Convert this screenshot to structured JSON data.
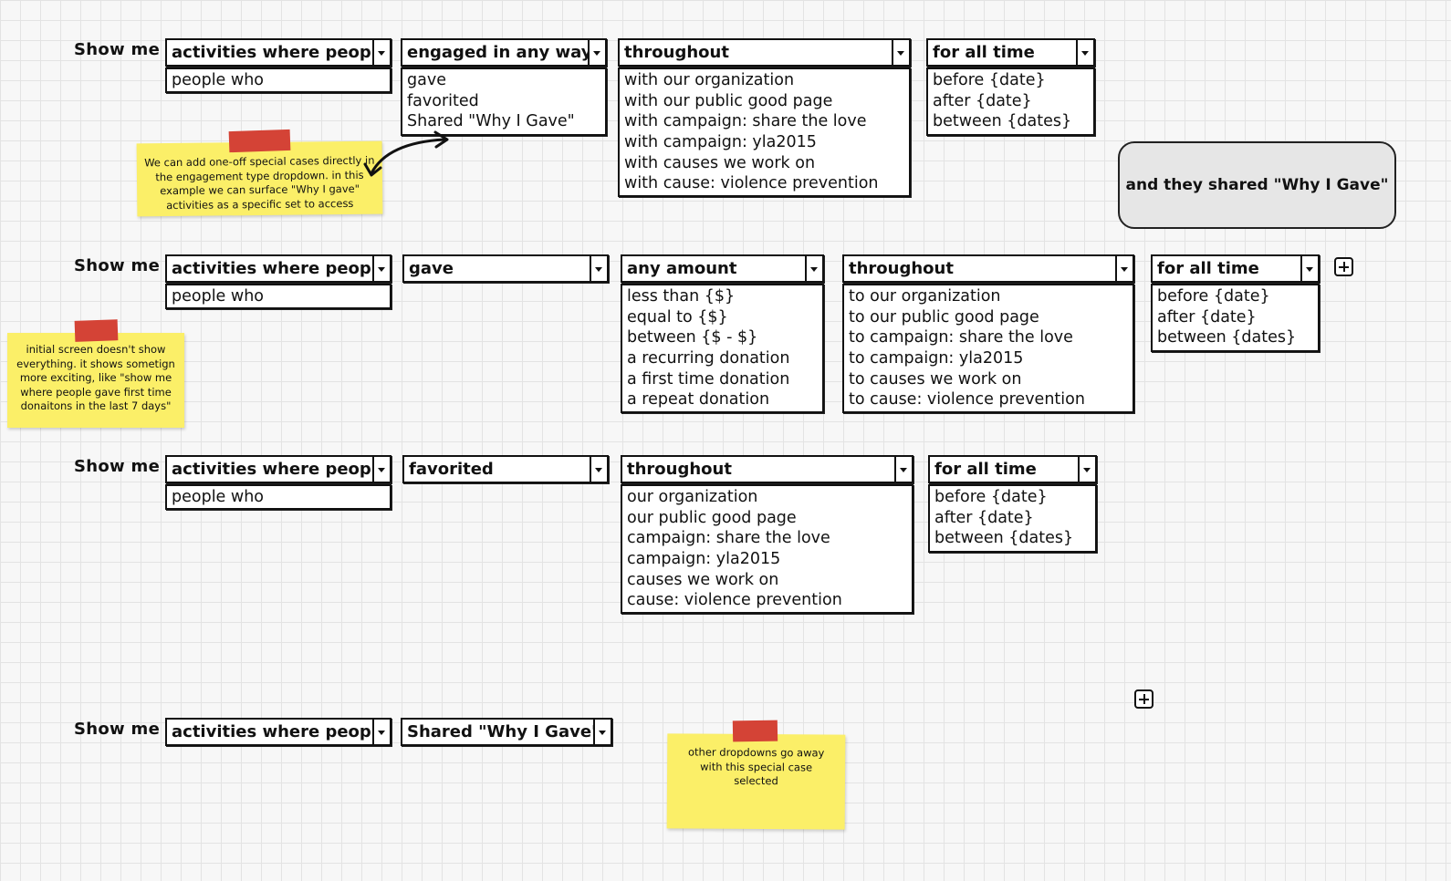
{
  "row1": {
    "label": "Show me",
    "subject": "activities where people",
    "subject_alt": "people who",
    "engagement": "engaged in any way",
    "engagement_options": [
      "gave",
      "favorited",
      "Shared \"Why I Gave\""
    ],
    "scope": "throughout",
    "scope_options": [
      "with our organization",
      "with our public good page",
      "with campaign: share the love",
      "with campaign: yla2015",
      "with causes we work on",
      "with cause: violence prevention"
    ],
    "time": "for all time",
    "time_options": [
      "before {date}",
      "after {date}",
      "between {dates}"
    ]
  },
  "callout": "and they shared \"Why I Gave\"",
  "note1": "We can add one-off special cases directly in the engagement type dropdown.  in this example we can surface \"Why I gave\" activities as a specific set to access",
  "row2": {
    "label": "Show me",
    "subject": "activities where people",
    "subject_alt": "people who",
    "engagement": "gave",
    "amount": "any amount",
    "amount_options": [
      "less than {$}",
      "equal to {$}",
      "between {$ - $}",
      "a recurring donation",
      "a first time donation",
      "a repeat donation"
    ],
    "scope": "throughout",
    "scope_options": [
      "to our organization",
      "to our public good page",
      "to campaign: share the love",
      "to campaign: yla2015",
      "to causes we work on",
      "to cause: violence prevention"
    ],
    "time": "for all time",
    "time_options": [
      "before {date}",
      "after {date}",
      "between {dates}"
    ]
  },
  "note2": "initial screen doesn't show everything. it shows sometign more exciting, like \"show me where people gave first time donaitons in the last 7 days\"",
  "row3": {
    "label": "Show me",
    "subject": "activities where people",
    "subject_alt": "people who",
    "engagement": "favorited",
    "scope": "throughout",
    "scope_options": [
      "our organization",
      "our public good page",
      "campaign: share the love",
      "campaign: yla2015",
      "causes we work on",
      "cause: violence prevention"
    ],
    "time": "for all time",
    "time_options": [
      "before {date}",
      "after {date}",
      "between {dates}"
    ]
  },
  "row4": {
    "label": "Show me",
    "subject": "activities where people",
    "engagement": "Shared \"Why I Gave\""
  },
  "note3": "other dropdowns go away with this special case selected",
  "colors": {
    "sticky": "#fbef68",
    "tape": "#d44336",
    "callout_bg": "#e6e6e6"
  }
}
